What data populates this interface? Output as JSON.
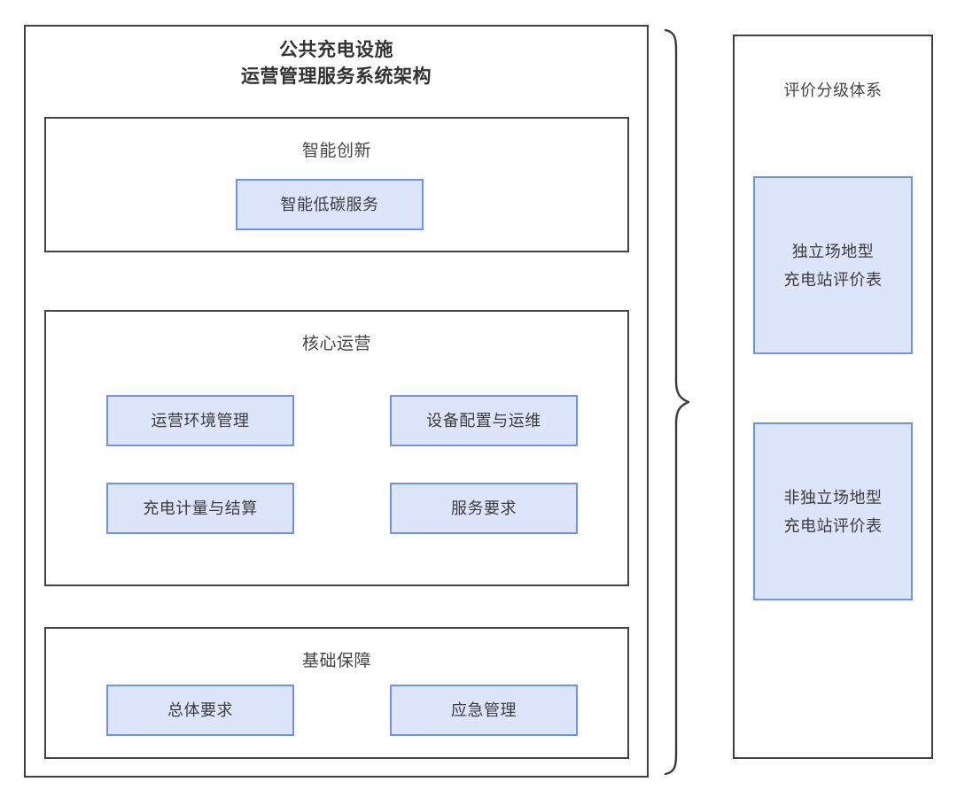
{
  "diagram": {
    "title_lines": [
      "公共充电设施",
      "运营管理服务系统架构"
    ],
    "left_panel": {
      "sections": [
        {
          "label": "智能创新",
          "items": [
            "智能低碳服务"
          ]
        },
        {
          "label": "核心运营",
          "items": [
            "运营环境管理",
            "设备配置与运维",
            "充电计量与结算",
            "服务要求"
          ]
        },
        {
          "label": "基础保障",
          "items": [
            "总体要求",
            "应急管理"
          ]
        }
      ]
    },
    "connector": {
      "icon": "right-curly-brace-icon"
    },
    "right_panel": {
      "label": "评价分级体系",
      "cards": [
        {
          "line1": "独立场地型",
          "line2": "充电站评价表"
        },
        {
          "line1": "非独立场地型",
          "line2": "充电站评价表"
        }
      ]
    }
  },
  "colors": {
    "box_fill": "#dde5fb",
    "box_border": "#6e93ec",
    "panel_border": "#404040",
    "title_text": "#333333",
    "label_text": "#444444",
    "background": "#ffffff"
  }
}
